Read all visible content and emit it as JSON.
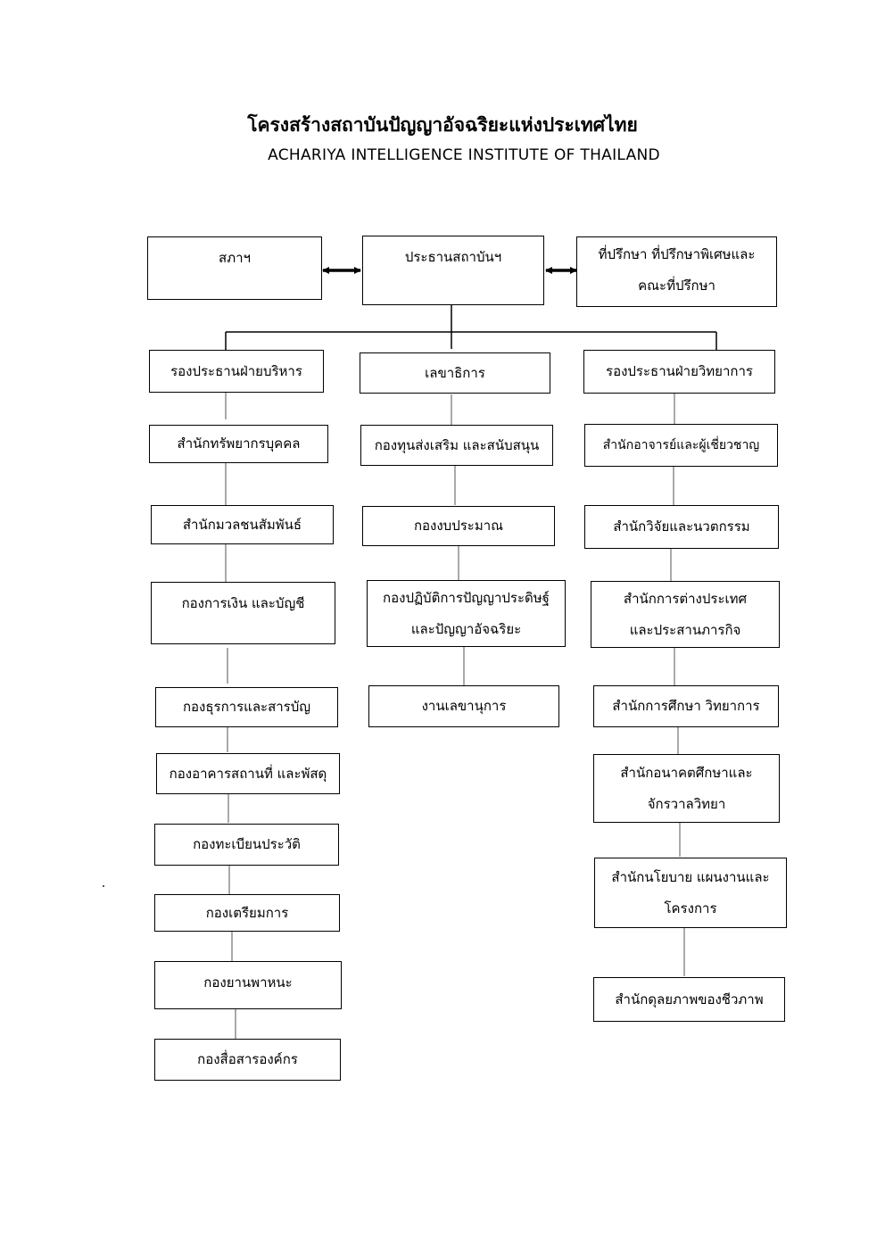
{
  "header": {
    "title_th": "โครงสร้างสถาบันปัญญาอัจฉริยะแห่งประเทศไทย",
    "title_en": "ACHARIYA INTELLIGENCE INSTITUTE OF THAILAND"
  },
  "top": {
    "council": "สภาฯ",
    "president": "ประธานสถาบันฯ",
    "advisors_l1": "ที่ปรึกษา ที่ปรึกษาพิเศษและ",
    "advisors_l2": "คณะที่ปรึกษา"
  },
  "left": {
    "head": "รองประธานฝ่ายบริหาร",
    "items": [
      "สำนักทรัพยากรบุคคล",
      "สำนักมวลชนสัมพันธ์",
      "กองการเงิน และบัญชี",
      "กองธุรการและสารบัญ",
      "กองอาคารสถานที่ และพัสดุ",
      "กองทะเบียนประวัติ",
      "กองเตรียมการ",
      "กองยานพาหนะ",
      "กองสื่อสารองค์กร"
    ]
  },
  "middle": {
    "head": "เลขาธิการ",
    "items": [
      "กองทุนส่งเสริม และสนับสนุน",
      "กองงบประมาณ",
      "กองปฏิบัติการปัญญาประดิษฐ์",
      "และปัญญาอัจฉริยะ",
      "งานเลขานุการ"
    ]
  },
  "right": {
    "head": "รองประธานฝ่ายวิทยาการ",
    "items": [
      "สำนักอาจารย์และผู้เชี่ยวชาญ",
      "สำนักวิจัยและนวตกรรม",
      "สำนักการต่างประเทศ",
      "และประสานภารกิจ",
      "สำนักการศึกษา วิทยาการ",
      "สำนักอนาคตศึกษาและ",
      "จักรวาลวิทยา",
      "สำนักนโยบาย แผนงานและ",
      "โครงการ",
      "สำนักดุลยภาพของชีวภาพ"
    ]
  }
}
